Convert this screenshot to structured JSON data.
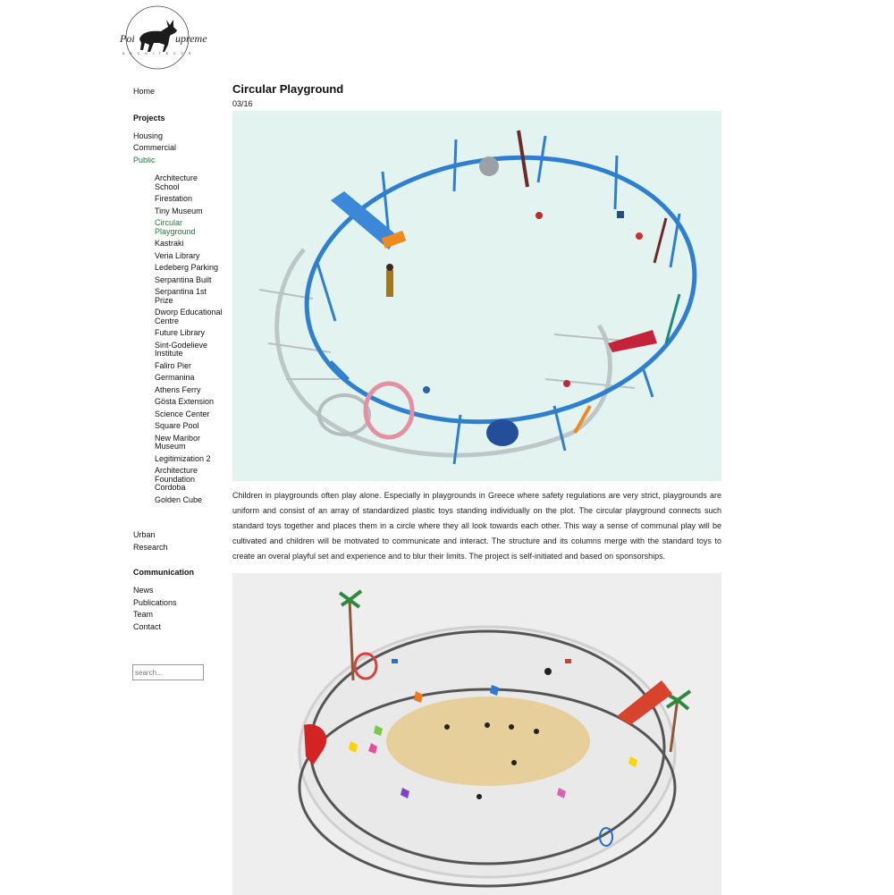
{
  "logo": {
    "word_left": "Poi",
    "word_right": "upreme",
    "subline": "ARCHITECTS"
  },
  "page": {
    "title": "Circular Playground",
    "counter": "03/16"
  },
  "nav": {
    "home": "Home",
    "projects_heading": "Projects",
    "categories": [
      "Housing",
      "Commercial",
      "Public"
    ],
    "public_items": [
      "Architecture School",
      "Firestation",
      "Tiny Museum",
      "Circular Playground",
      "Kastraki",
      "Veria Library",
      "Ledeberg Parking",
      "Serpantina Built",
      "Serpantina 1st Prize",
      "Dworp Educational Centre",
      "Future Library",
      "Sint-Godelieve Institute",
      "Faliro Pier",
      "Germanina",
      "Athens Ferry",
      "Gösta Extension",
      "Science Center",
      "Square Pool",
      "New Maribor Museum",
      "Legitimization 2",
      "Architecture Foundation Cordoba",
      "Golden Cube"
    ],
    "more_categories": [
      "Urban",
      "Research"
    ],
    "communication_heading": "Communication",
    "communication_items": [
      "News",
      "Publications",
      "Team",
      "Contact"
    ]
  },
  "search": {
    "placeholder": "search..."
  },
  "description": "Children in playgrounds often play alone. Especially in playgrounds in Greece where safety regulations are very strict, playgrounds are uniform and consist of an array of standardized plastic toys standing individually on the plot. The circular playground connects such standard toys together and places them in a circle where they all look towards each other. This way a sense of communal play will be cultivated and children will be motivated to communicate and interact. The structure and its columns merge with the standard toys to create an overal playful set and experience and to blur their limits. The project is self-initiated and based on sponsorships.",
  "colors": {
    "accent": "#1f7a33",
    "ring_blue": "#2e7fd0",
    "photo_bg": "#e3f3f0",
    "render_bg": "#eeeeee",
    "sand": "#e7cf9b"
  }
}
